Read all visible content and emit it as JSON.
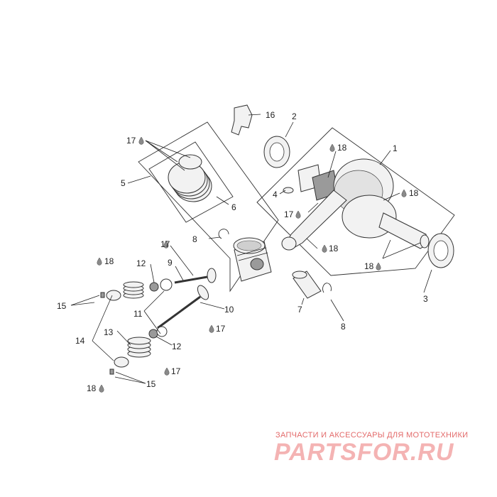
{
  "callouts": [
    "1",
    "2",
    "3",
    "4",
    "5",
    "6",
    "7",
    "8",
    "8",
    "9",
    "10",
    "11",
    "12",
    "12",
    "13",
    "14",
    "15",
    "15",
    "16",
    "17",
    "17",
    "17",
    "17",
    "17",
    "18",
    "18",
    "18",
    "18",
    "18"
  ],
  "brand": {
    "subtitle": "ЗАПЧАСТИ И АКСЕССУАРЫ ДЛЯ МОТОТЕХНИКИ",
    "logo": "PARTSFOR.RU"
  }
}
